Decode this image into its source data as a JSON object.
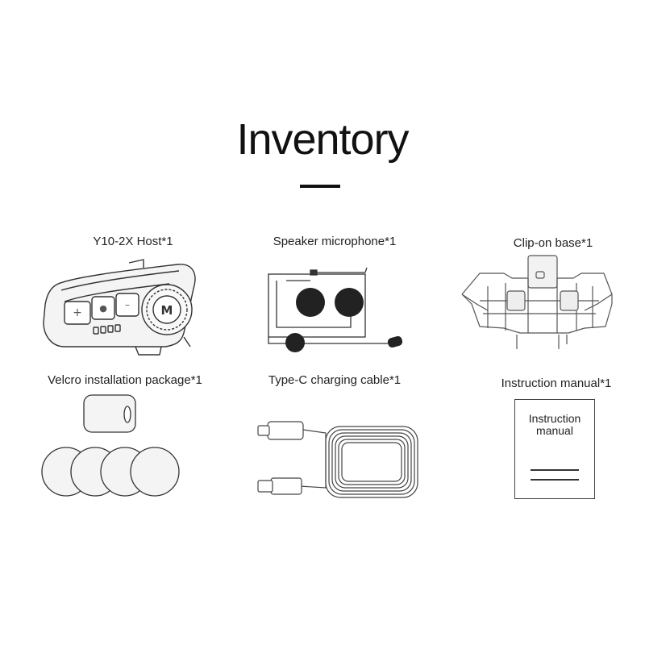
{
  "title": "Inventory",
  "items": [
    {
      "label": "Y10-2X Host*1"
    },
    {
      "label": "Speaker microphone*1"
    },
    {
      "label": "Clip-on base*1"
    },
    {
      "label": "Velcro installation package*1"
    },
    {
      "label": "Type-C charging cable*1"
    },
    {
      "label": "Instruction manual*1"
    }
  ],
  "manual_cover": {
    "line1": "Instruction",
    "line2": "manual"
  },
  "host_logo": "M"
}
